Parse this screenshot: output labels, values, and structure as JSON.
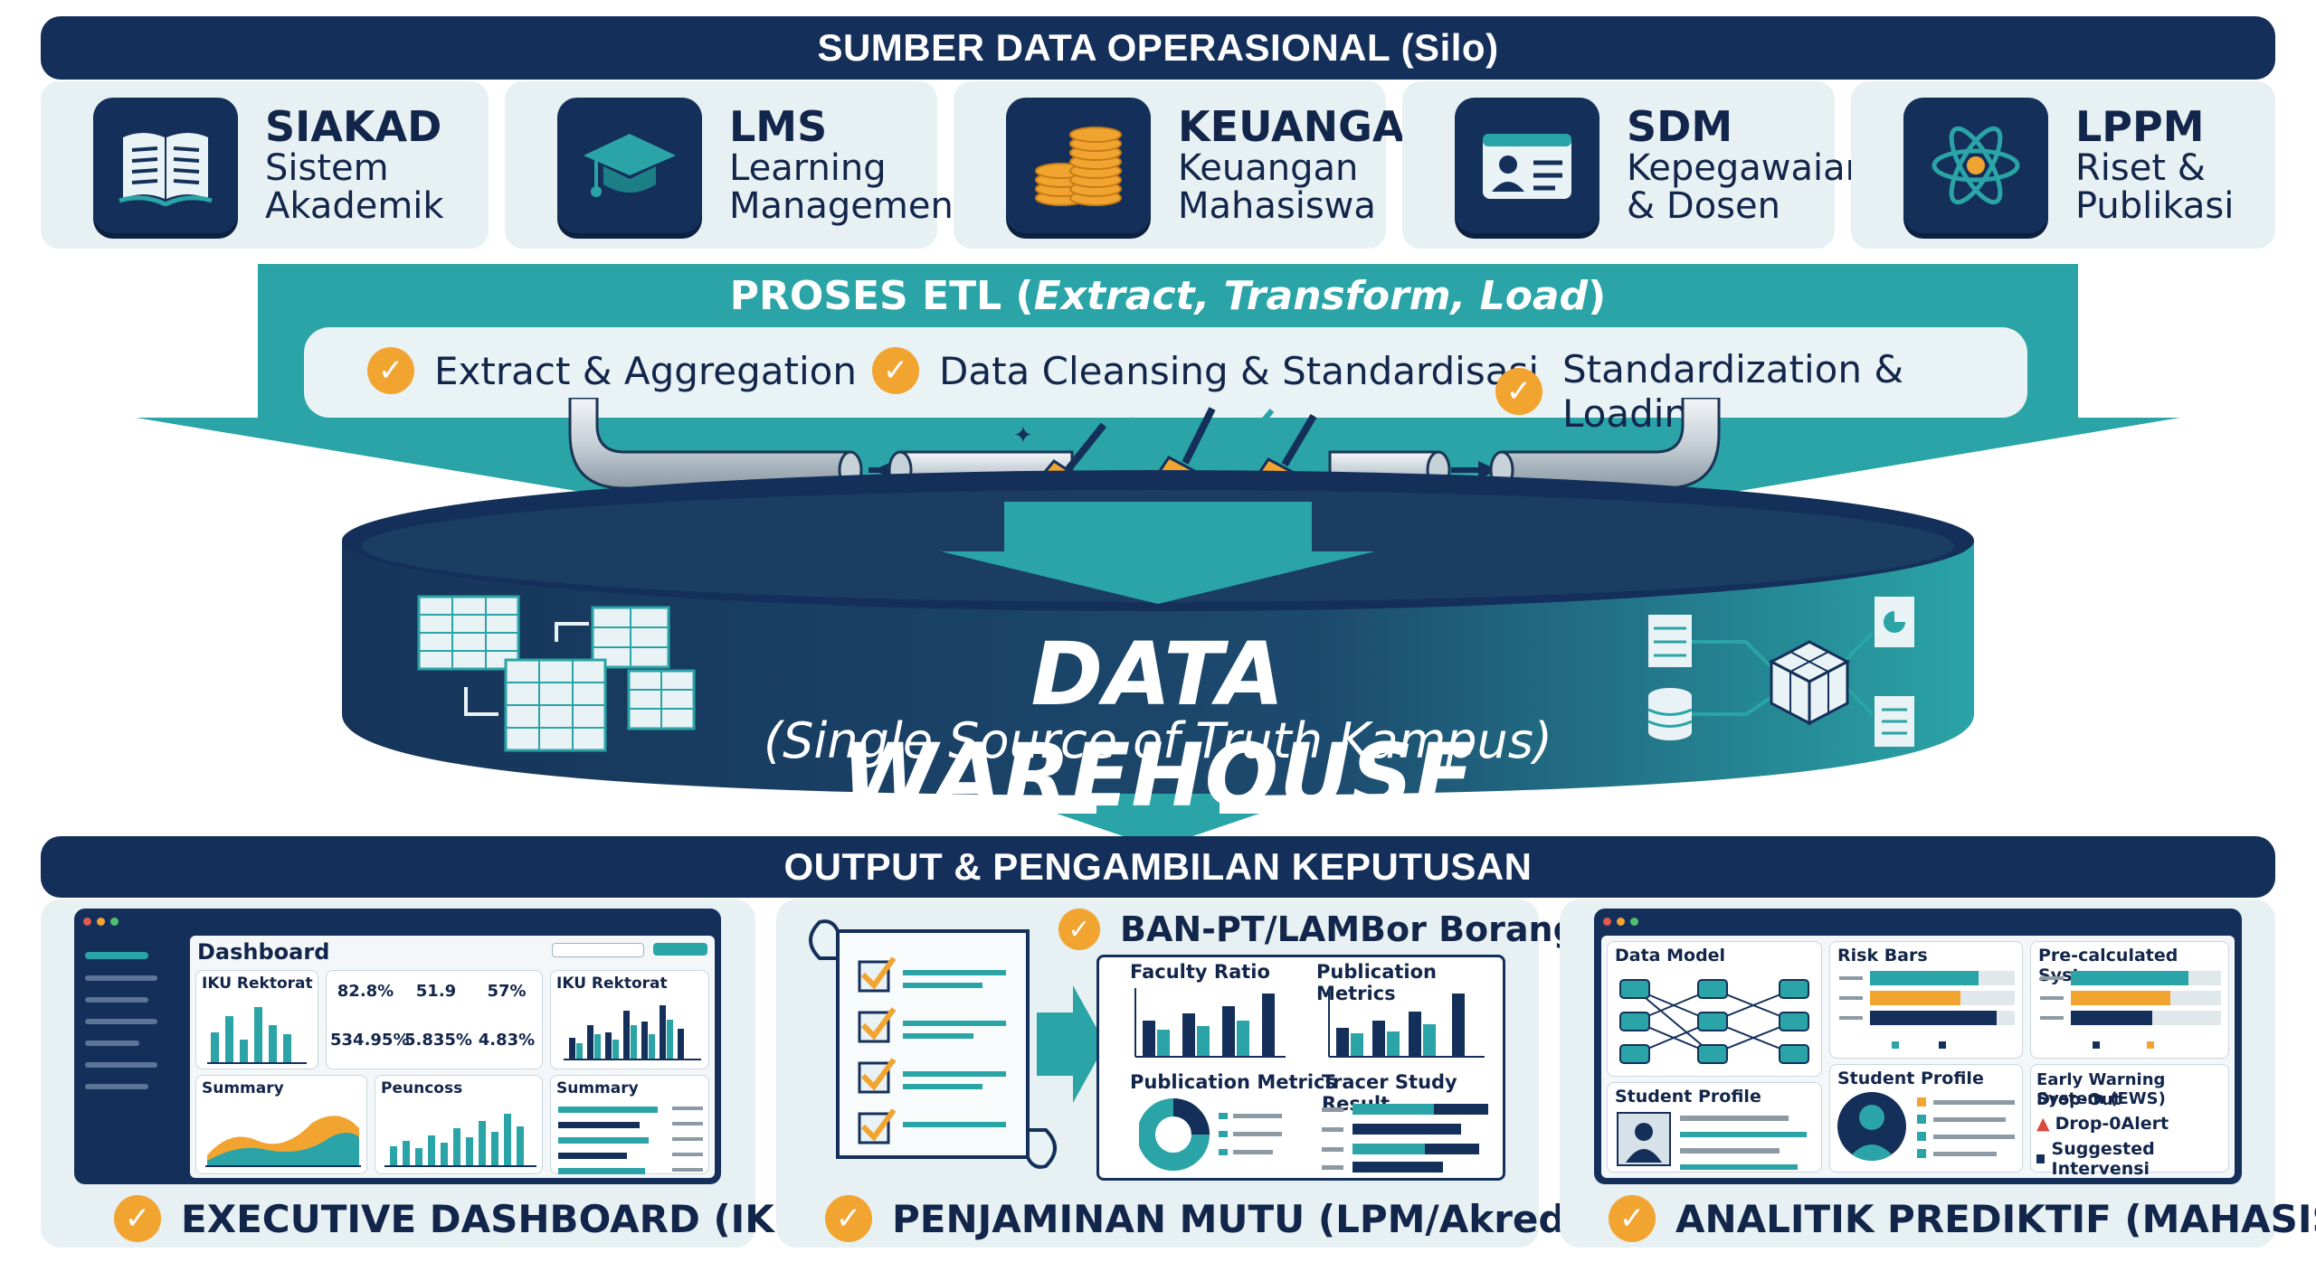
{
  "sources": {
    "banner": "SUMBER DATA OPERASIONAL (Silo)",
    "items": [
      {
        "title": "SIAKAD",
        "subtitle": "Sistem\nAkademik",
        "icon": "book-icon"
      },
      {
        "title": "LMS",
        "subtitle": "Learning\nManagement",
        "icon": "graduation-cap-icon"
      },
      {
        "title": "KEUANGAN",
        "subtitle": "Keuangan\nMahasiswa",
        "icon": "coins-icon"
      },
      {
        "title": "SDM",
        "subtitle": "Kepegawaian\n& Dosen",
        "icon": "id-card-icon"
      },
      {
        "title": "LPPM",
        "subtitle": "Riset &\nPublikasi",
        "icon": "atom-icon"
      }
    ]
  },
  "etl": {
    "title_prefix": "PROSES ETL (",
    "title_italic": "Extract, Transform, Load",
    "title_suffix": ")",
    "steps": [
      "Extract & Aggregation",
      "Data Cleansing & Standardisasi",
      "Standardization & Loading"
    ]
  },
  "warehouse": {
    "title": "DATA WAREHOUSE PUSAT",
    "subtitle": "(Single Source of Truth Kampus)"
  },
  "output": {
    "banner": "OUTPUT & PENGAMBILAN KEPUTUSAN",
    "executive": {
      "label": "EXECUTIVE DASHBOARD (IKU)",
      "dashboard_title": "Dashboard",
      "panel1_title": "IKU Rektorat",
      "kpis": [
        "82.8%",
        "51.9",
        "57%",
        "534.95%",
        "5.835%",
        "4.83%"
      ],
      "panel2_title": "IKU Rektorat",
      "summary_title": "Summary",
      "process_title": "Peuncoss",
      "summary2_title": "Summary"
    },
    "quality": {
      "label": "PENJAMINAN MUTU (LPM/Akreditasi)",
      "borang_label": "BAN-PT/LAMBor Borang",
      "chart1": "Faculty Ratio",
      "chart2": "Publication Metrics",
      "chart3": "Publication Metrics",
      "chart4": "Tracer Study Result"
    },
    "predictive": {
      "label": "ANALITIK PREDIKTIF (MAHASISWA)",
      "data_model": "Data Model",
      "risk_bars": "Risk Bars",
      "precalc": "Pre-calculated Systems",
      "student_profile_1": "Student Profile",
      "student_profile_2": "Student Profile",
      "ews_title": "Early Warning System (EWS)",
      "ews_sub": "Drop-Out",
      "alert": "Drop-0Alert",
      "intervention": "Suggested Intervensi"
    }
  },
  "colors": {
    "navy": "#14305a",
    "teal": "#2aa4a6",
    "orange": "#f2a430",
    "light": "#e7f0f2"
  }
}
